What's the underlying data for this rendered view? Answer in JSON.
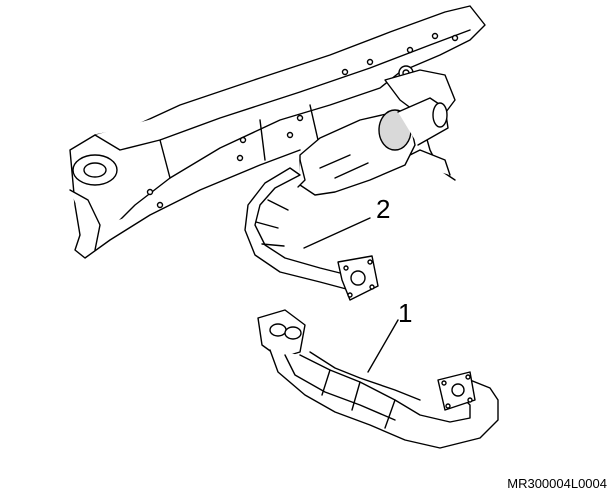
{
  "diagram": {
    "callouts": [
      {
        "id": "1",
        "label": "1"
      },
      {
        "id": "2",
        "label": "2"
      }
    ],
    "figure_ref": "MR300004L0004",
    "colors": {
      "stroke": "#000000",
      "fill": "#ffffff",
      "shade": "#d9d9d9"
    }
  }
}
